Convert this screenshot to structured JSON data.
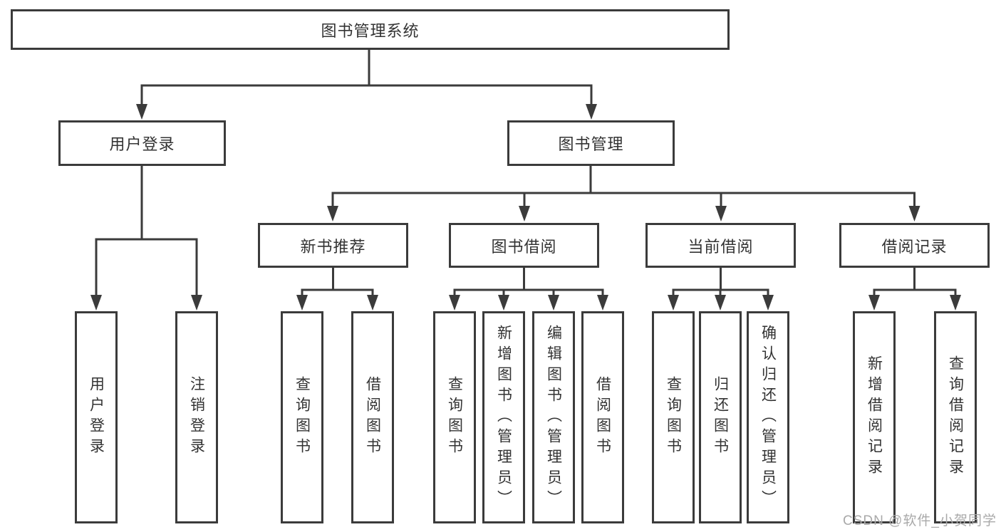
{
  "diagram": {
    "type": "tree",
    "root": {
      "label": "图书管理系统"
    },
    "branches": [
      {
        "label": "用户登录",
        "children": [
          {
            "label": "用户登录"
          },
          {
            "label": "注销登录"
          }
        ]
      },
      {
        "label": "图书管理",
        "children": [
          {
            "label": "新书推荐",
            "children": [
              {
                "label": "查询图书"
              },
              {
                "label": "借阅图书"
              }
            ]
          },
          {
            "label": "图书借阅",
            "children": [
              {
                "label": "查询图书"
              },
              {
                "label": "新增图书（管理员）"
              },
              {
                "label": "编辑图书（管理员）"
              },
              {
                "label": "借阅图书"
              }
            ]
          },
          {
            "label": "当前借阅",
            "children": [
              {
                "label": "查询图书"
              },
              {
                "label": "归还图书"
              },
              {
                "label": "确认归还（管理员）"
              }
            ]
          },
          {
            "label": "借阅记录",
            "children": [
              {
                "label": "新增借阅记录"
              },
              {
                "label": "查询借阅记录"
              }
            ]
          }
        ]
      }
    ]
  },
  "watermark": {
    "text": "CSDN @软件_小贺同学"
  },
  "colors": {
    "line": "#3b3b3b",
    "text": "#333333",
    "background": "#ffffff",
    "watermark": "#a9a9a9"
  }
}
